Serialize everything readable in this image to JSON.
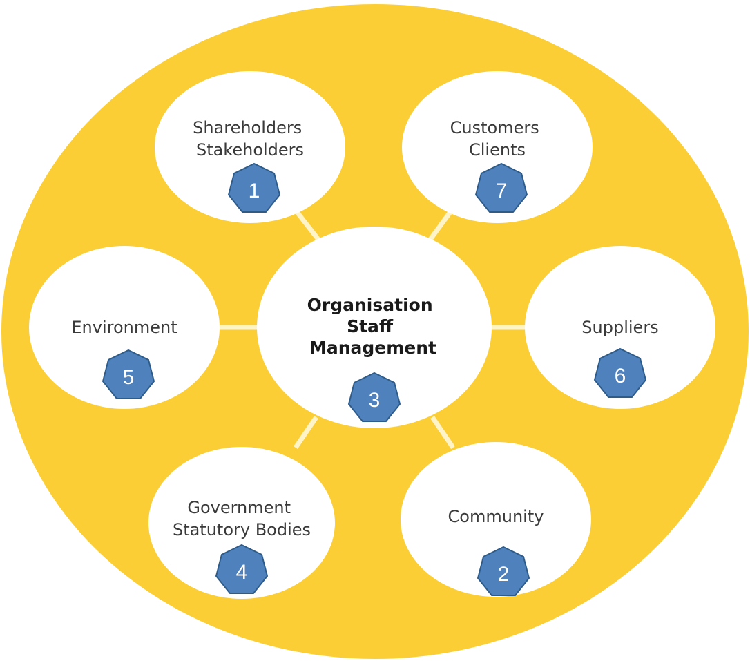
{
  "colors": {
    "ring": "#FCCE35",
    "node_fill": "#ffffff",
    "badge_fill": "#4F81BD",
    "badge_stroke": "#2E5C8A",
    "connector": "#FFF4C8"
  },
  "center": {
    "lines": [
      "Organisation",
      "Staff",
      "Management"
    ],
    "badge": "3"
  },
  "nodes": [
    {
      "id": "shareholders",
      "lines": [
        "Shareholders",
        "Stakeholders"
      ],
      "badge": "1"
    },
    {
      "id": "customers",
      "lines": [
        "Customers",
        "Clients"
      ],
      "badge": "7"
    },
    {
      "id": "environment",
      "lines": [
        "Environment"
      ],
      "badge": "5"
    },
    {
      "id": "suppliers",
      "lines": [
        "Suppliers"
      ],
      "badge": "6"
    },
    {
      "id": "government",
      "lines": [
        "Government",
        "Statutory Bodies"
      ],
      "badge": "4"
    },
    {
      "id": "community",
      "lines": [
        "Community"
      ],
      "badge": "2"
    }
  ]
}
